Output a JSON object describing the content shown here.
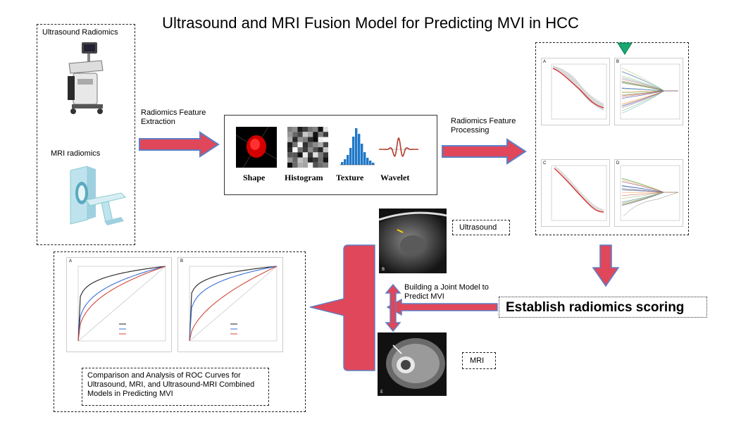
{
  "title": "Ultrasound and MRI Fusion Model for Predicting MVI in HCC",
  "left_box": {
    "ultrasound_label": "Ultrasound Radiomics",
    "mri_label": "MRI radiomics"
  },
  "arrow1_label": "Radiomics Feature Extraction",
  "features": {
    "shape": "Shape",
    "histogram": "Histogram",
    "texture": "Texture",
    "wavelet": "Wavelet"
  },
  "arrow2_label": "Radiomics Feature Processing",
  "lasso_panels": {
    "a": "A",
    "b": "B",
    "c": "C",
    "d": "D"
  },
  "ultrasound_tag": "Ultrasound",
  "mri_tag": "MRI",
  "joint_model_label": "Building a Joint Model to Predict MVI",
  "score_label": "Establish radiomics scoring",
  "roc": {
    "panel_a": "A",
    "panel_b": "B",
    "caption": "Comparison and Analysis of ROC Curves for Ultrasound, MRI, and Ultrasound-MRI Combined Models in Predicting MVI"
  },
  "colors": {
    "arrow_fill": "#e0475a",
    "arrow_stroke": "#5b7fc7",
    "down_arrow": "#e0475a",
    "marker": "#18a870"
  }
}
